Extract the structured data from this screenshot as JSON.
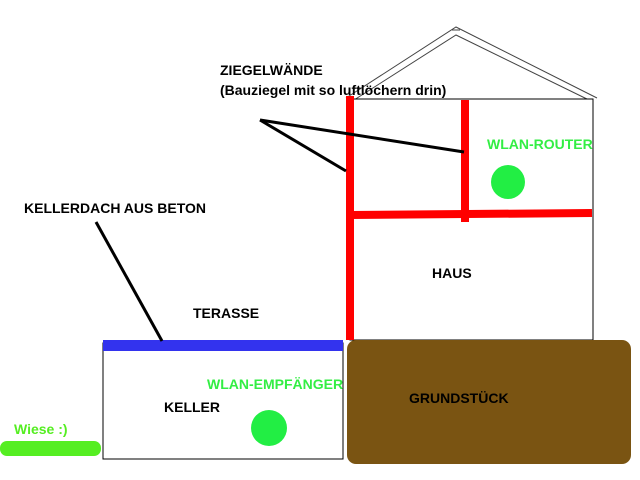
{
  "labels": {
    "walls_title": "ZIEGELWÄNDE",
    "walls_subtitle": "(Bauziegel mit so luftlöchern drin)",
    "router": "WLAN-ROUTER",
    "cellar_roof": "KELLERDACH AUS BETON",
    "house": "HAUS",
    "terrace": "TERASSE",
    "receiver": "WLAN-EMPFÄNGER",
    "plot": "GRUNDSTÜCK",
    "cellar": "KELLER",
    "meadow": "Wiese :)"
  },
  "colors": {
    "wall": "#ff0000",
    "device": "#22ee44",
    "device_text": "#33ee44",
    "concrete_roof": "#3333ee",
    "ground": "#7a5412",
    "meadow": "#55ee22",
    "outline": "#000000"
  }
}
